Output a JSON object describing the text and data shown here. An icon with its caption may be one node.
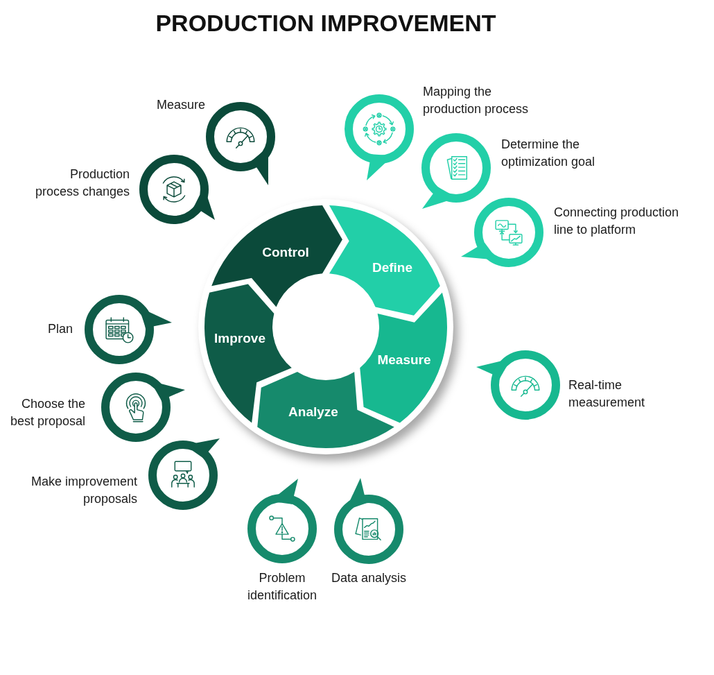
{
  "diagram": {
    "title": "PRODUCTION IMPROVEMENT",
    "nodes": [
      {
        "text": [],
        "shape": "circle"
      },
      {
        "text": [
          "Control"
        ],
        "in": 0
      },
      {
        "text": [
          "Define"
        ],
        "in": 0
      },
      {
        "text": [
          "Measure"
        ],
        "in": 0
      },
      {
        "text": [
          "Analyze"
        ],
        "in": 0
      },
      {
        "text": [
          "Improve"
        ],
        "in": 0
      },
      {
        "text": [],
        "shape": "circle",
        "beside": [
          "Measure"
        ]
      },
      {
        "text": [],
        "shape": "circle",
        "beside": [
          "Production process changes"
        ]
      },
      {
        "text": [],
        "shape": "circle",
        "beside": [
          "Mapping the production process"
        ]
      },
      {
        "text": [],
        "shape": "circle",
        "beside": [
          "Determine the optimization goal"
        ]
      },
      {
        "text": [],
        "shape": "circle",
        "beside": [
          "Connecting production line to platform"
        ]
      },
      {
        "text": [],
        "shape": "circle",
        "beside": [
          "Real-time measurement"
        ]
      },
      {
        "text": [],
        "shape": "circle",
        "beside": [
          "Problem identification"
        ]
      },
      {
        "text": [],
        "shape": "circle",
        "beside": [
          "Data analysis"
        ]
      },
      {
        "text": [],
        "shape": "circle",
        "beside": [
          "Plan"
        ]
      },
      {
        "text": [],
        "shape": "circle",
        "beside": [
          "Choose the best proposal"
        ]
      },
      {
        "text": [],
        "shape": "circle",
        "beside": [
          "Make improvement proposals"
        ]
      }
    ]
  }
}
